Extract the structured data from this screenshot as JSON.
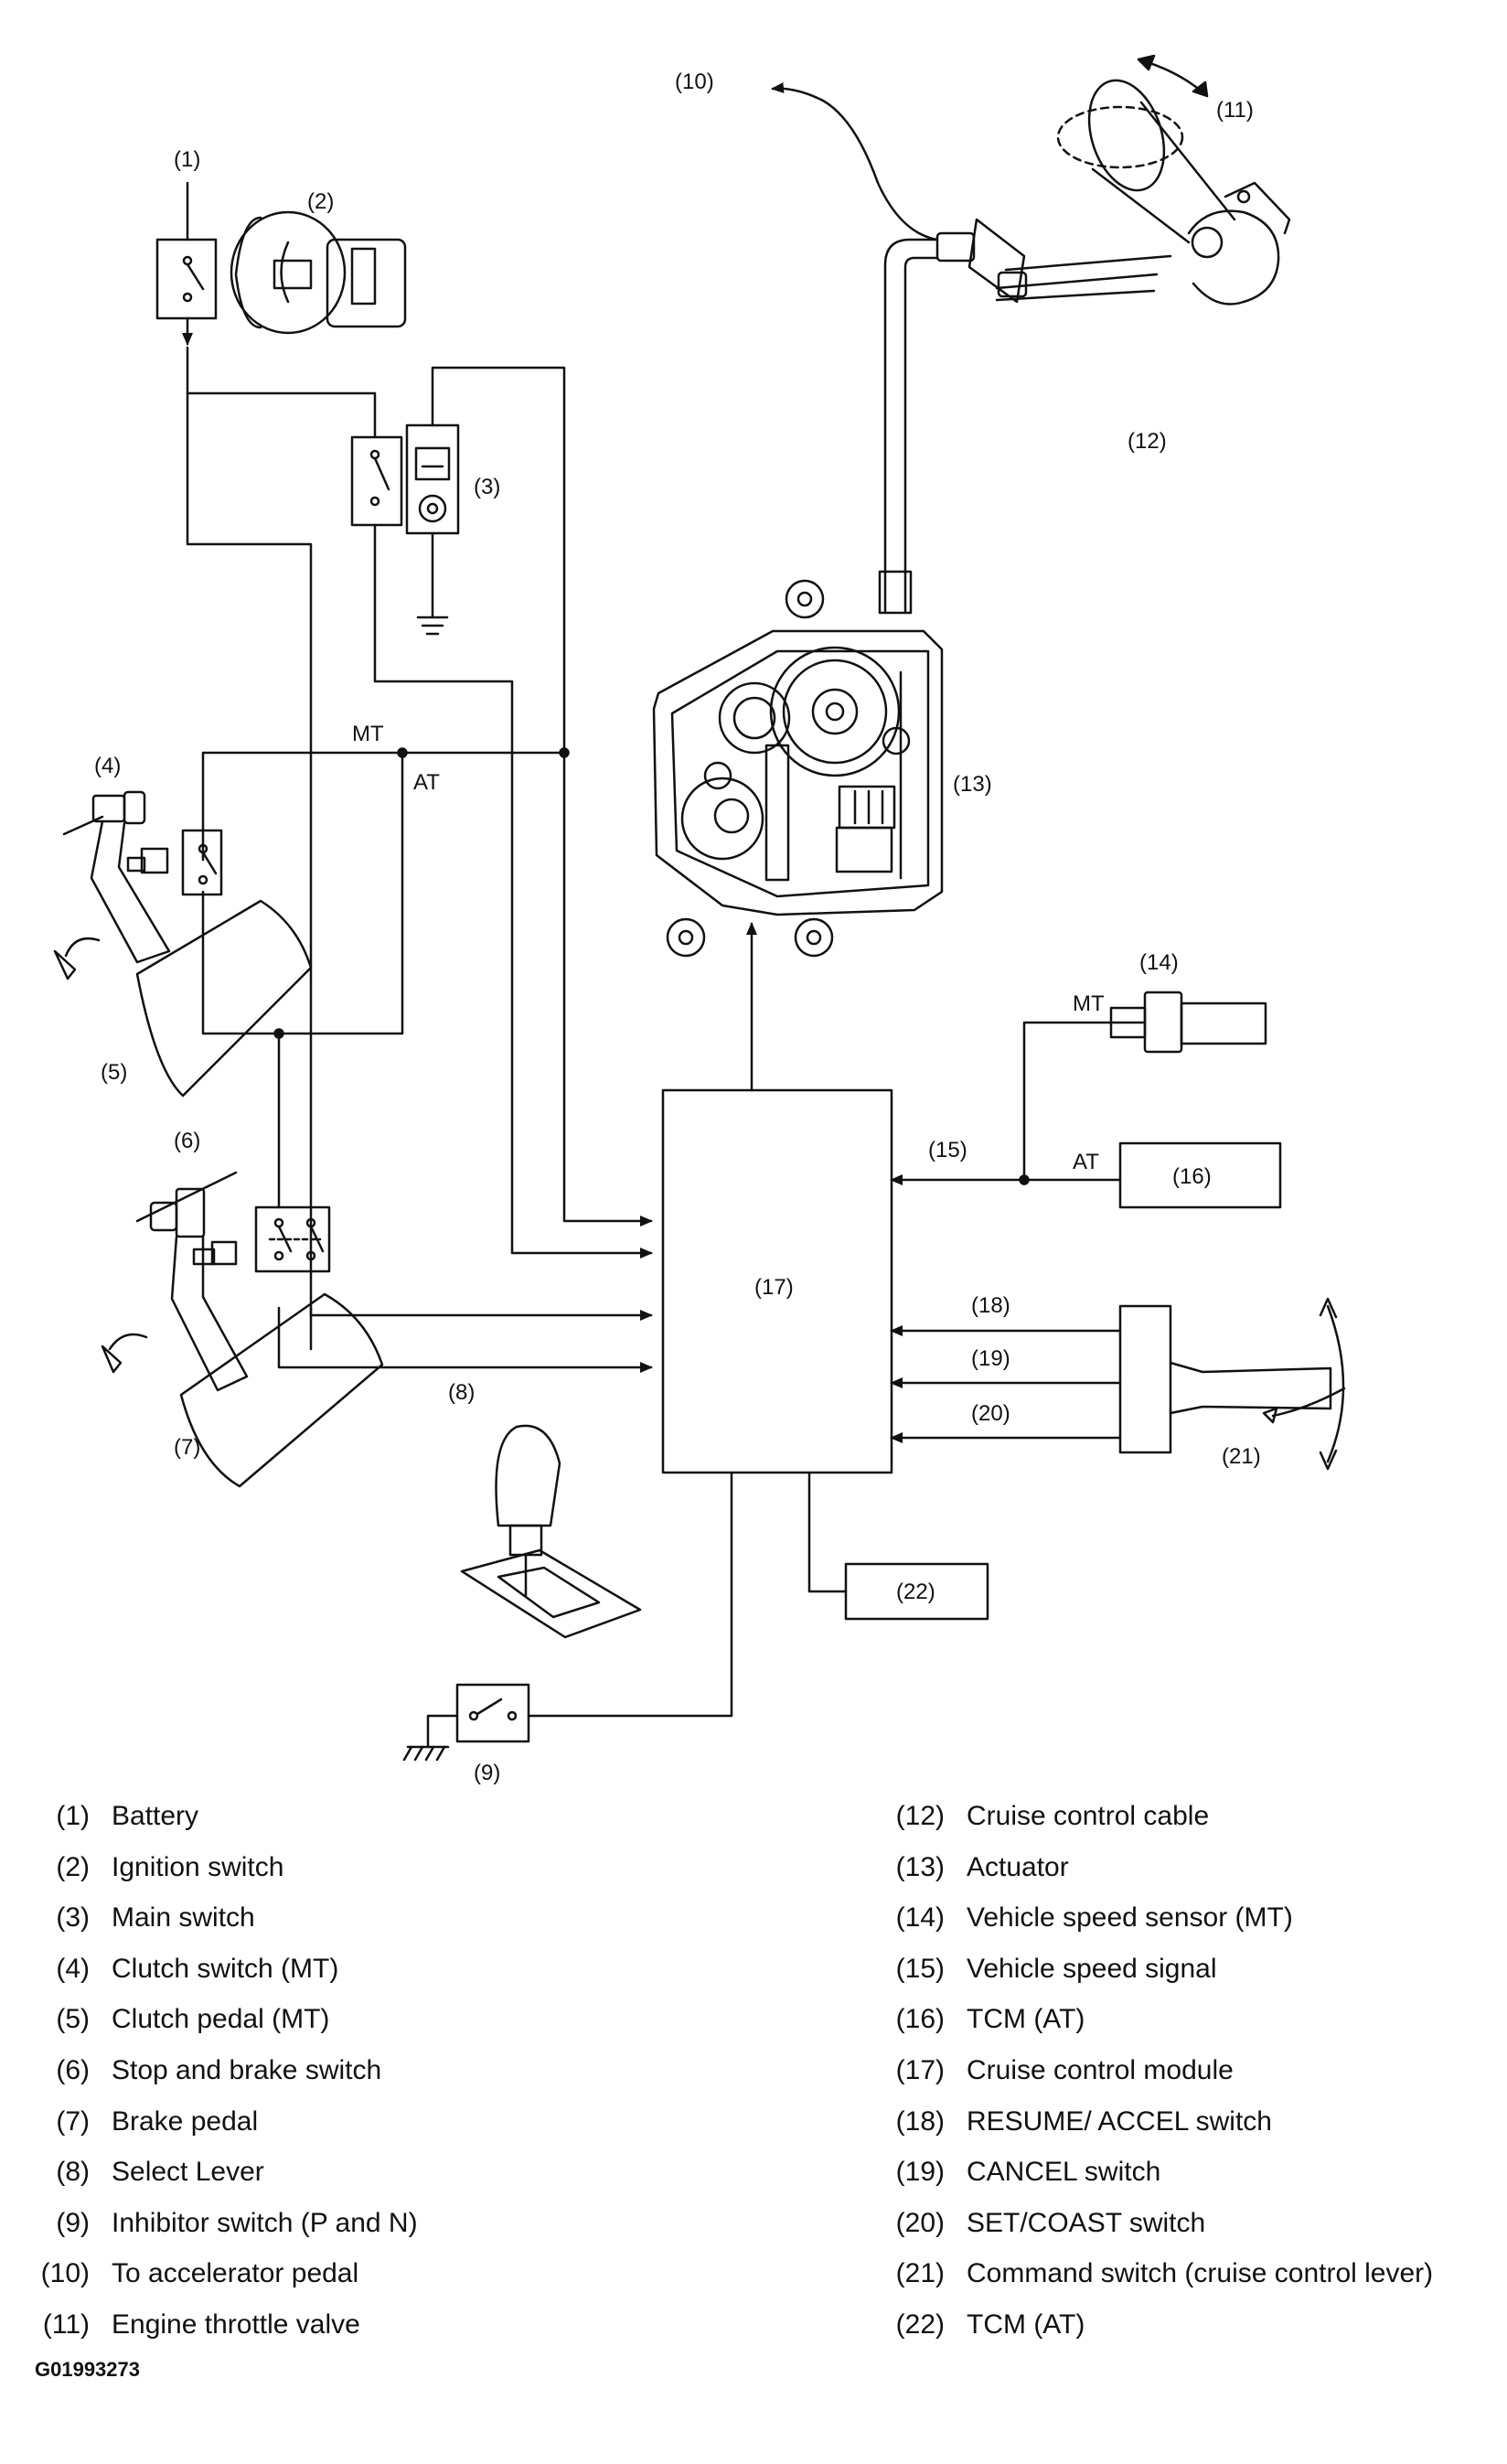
{
  "callouts": {
    "c1": "(1)",
    "c2": "(2)",
    "c3": "(3)",
    "c4": "(4)",
    "c5": "(5)",
    "c6": "(6)",
    "c7": "(7)",
    "c8": "(8)",
    "c9": "(9)",
    "c10": "(10)",
    "c11": "(11)",
    "c12": "(12)",
    "c13": "(13)",
    "c14": "(14)",
    "c15": "(15)",
    "c16": "(16)",
    "c17": "(17)",
    "c18": "(18)",
    "c19": "(19)",
    "c20": "(20)",
    "c21": "(21)",
    "c22": "(22)"
  },
  "wire_labels": {
    "mt_clutch": "MT",
    "at_clutch": "AT",
    "mt_speed": "MT",
    "at_speed": "AT"
  },
  "legend": {
    "left": [
      {
        "num": "(1)",
        "text": "Battery"
      },
      {
        "num": "(2)",
        "text": "Ignition switch"
      },
      {
        "num": "(3)",
        "text": "Main switch"
      },
      {
        "num": "(4)",
        "text": "Clutch switch (MT)"
      },
      {
        "num": "(5)",
        "text": "Clutch pedal (MT)"
      },
      {
        "num": "(6)",
        "text": "Stop and brake switch"
      },
      {
        "num": "(7)",
        "text": "Brake pedal"
      },
      {
        "num": "(8)",
        "text": "Select Lever"
      },
      {
        "num": "(9)",
        "text": "Inhibitor switch (P and N)"
      },
      {
        "num": "(10)",
        "text": "To accelerator pedal"
      },
      {
        "num": "(11)",
        "text": "Engine throttle valve"
      }
    ],
    "right": [
      {
        "num": "(12)",
        "text": "Cruise control cable"
      },
      {
        "num": "(13)",
        "text": "Actuator"
      },
      {
        "num": "(14)",
        "text": "Vehicle speed sensor (MT)"
      },
      {
        "num": "(15)",
        "text": "Vehicle speed signal"
      },
      {
        "num": "(16)",
        "text": "TCM (AT)"
      },
      {
        "num": "(17)",
        "text": "Cruise control module"
      },
      {
        "num": "(18)",
        "text": "RESUME/ ACCEL switch"
      },
      {
        "num": "(19)",
        "text": "CANCEL switch"
      },
      {
        "num": "(20)",
        "text": "SET/COAST switch"
      },
      {
        "num": "(21)",
        "text": "Command switch (cruise control lever)"
      },
      {
        "num": "(22)",
        "text": "TCM (AT)"
      }
    ]
  },
  "figure_code": "G01993273"
}
